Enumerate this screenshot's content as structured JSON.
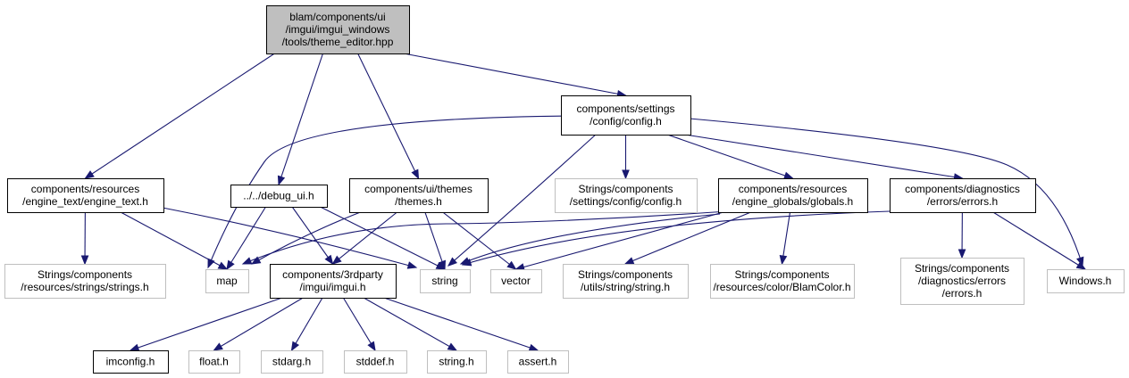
{
  "colors": {
    "edge": "#191970",
    "root_fill": "#bfbfbf",
    "local_border": "#000000",
    "system_border": "#bfbfbf"
  },
  "nodes": [
    {
      "id": "root",
      "kind": "root",
      "lines": [
        "blam/components/ui",
        "/imgui/imgui_windows",
        "/tools/theme_editor.hpp"
      ]
    },
    {
      "id": "config",
      "kind": "local",
      "lines": [
        "components/settings",
        "/config/config.h"
      ]
    },
    {
      "id": "engine_text",
      "kind": "local",
      "lines": [
        "components/resources",
        "/engine_text/engine_text.h"
      ]
    },
    {
      "id": "debug_ui",
      "kind": "local",
      "lines": [
        "../../debug_ui.h"
      ]
    },
    {
      "id": "themes",
      "kind": "local",
      "lines": [
        "components/ui/themes",
        "/themes.h"
      ]
    },
    {
      "id": "str_config",
      "kind": "system",
      "lines": [
        "Strings/components",
        "/settings/config/config.h"
      ]
    },
    {
      "id": "globals",
      "kind": "local",
      "lines": [
        "components/resources",
        "/engine_globals/globals.h"
      ]
    },
    {
      "id": "errors",
      "kind": "local",
      "lines": [
        "components/diagnostics",
        "/errors/errors.h"
      ]
    },
    {
      "id": "str_strings",
      "kind": "system",
      "lines": [
        "Strings/components",
        "/resources/strings/strings.h"
      ]
    },
    {
      "id": "map",
      "kind": "system",
      "lines": [
        "map"
      ]
    },
    {
      "id": "imgui",
      "kind": "local",
      "lines": [
        "components/3rdparty",
        "/imgui/imgui.h"
      ]
    },
    {
      "id": "string",
      "kind": "system",
      "lines": [
        "string"
      ]
    },
    {
      "id": "vector",
      "kind": "system",
      "lines": [
        "vector"
      ]
    },
    {
      "id": "str_string",
      "kind": "system",
      "lines": [
        "Strings/components",
        "/utils/string/string.h"
      ]
    },
    {
      "id": "str_color",
      "kind": "system",
      "lines": [
        "Strings/components",
        "/resources/color/BlamColor.h"
      ]
    },
    {
      "id": "str_errors",
      "kind": "system",
      "lines": [
        "Strings/components",
        "/diagnostics/errors",
        "/errors.h"
      ]
    },
    {
      "id": "windows",
      "kind": "system",
      "lines": [
        "Windows.h"
      ]
    },
    {
      "id": "imconfig",
      "kind": "local",
      "lines": [
        "imconfig.h"
      ]
    },
    {
      "id": "float",
      "kind": "system",
      "lines": [
        "float.h"
      ]
    },
    {
      "id": "stdarg",
      "kind": "system",
      "lines": [
        "stdarg.h"
      ]
    },
    {
      "id": "stddef",
      "kind": "system",
      "lines": [
        "stddef.h"
      ]
    },
    {
      "id": "string_h",
      "kind": "system",
      "lines": [
        "string.h"
      ]
    },
    {
      "id": "assert",
      "kind": "system",
      "lines": [
        "assert.h"
      ]
    }
  ],
  "edges": [
    [
      "root",
      "config"
    ],
    [
      "root",
      "engine_text"
    ],
    [
      "root",
      "debug_ui"
    ],
    [
      "root",
      "themes"
    ],
    [
      "config",
      "map"
    ],
    [
      "config",
      "string"
    ],
    [
      "config",
      "str_config"
    ],
    [
      "config",
      "globals"
    ],
    [
      "config",
      "errors"
    ],
    [
      "config",
      "windows"
    ],
    [
      "engine_text",
      "str_strings"
    ],
    [
      "engine_text",
      "map"
    ],
    [
      "engine_text",
      "string"
    ],
    [
      "debug_ui",
      "map"
    ],
    [
      "debug_ui",
      "imgui"
    ],
    [
      "debug_ui",
      "string"
    ],
    [
      "themes",
      "map"
    ],
    [
      "themes",
      "imgui"
    ],
    [
      "themes",
      "string"
    ],
    [
      "themes",
      "vector"
    ],
    [
      "globals",
      "map"
    ],
    [
      "globals",
      "string"
    ],
    [
      "globals",
      "vector"
    ],
    [
      "globals",
      "str_string"
    ],
    [
      "globals",
      "str_color"
    ],
    [
      "errors",
      "string"
    ],
    [
      "errors",
      "str_errors"
    ],
    [
      "errors",
      "windows"
    ],
    [
      "imgui",
      "imconfig"
    ],
    [
      "imgui",
      "float"
    ],
    [
      "imgui",
      "stdarg"
    ],
    [
      "imgui",
      "stddef"
    ],
    [
      "imgui",
      "string_h"
    ],
    [
      "imgui",
      "assert"
    ]
  ]
}
